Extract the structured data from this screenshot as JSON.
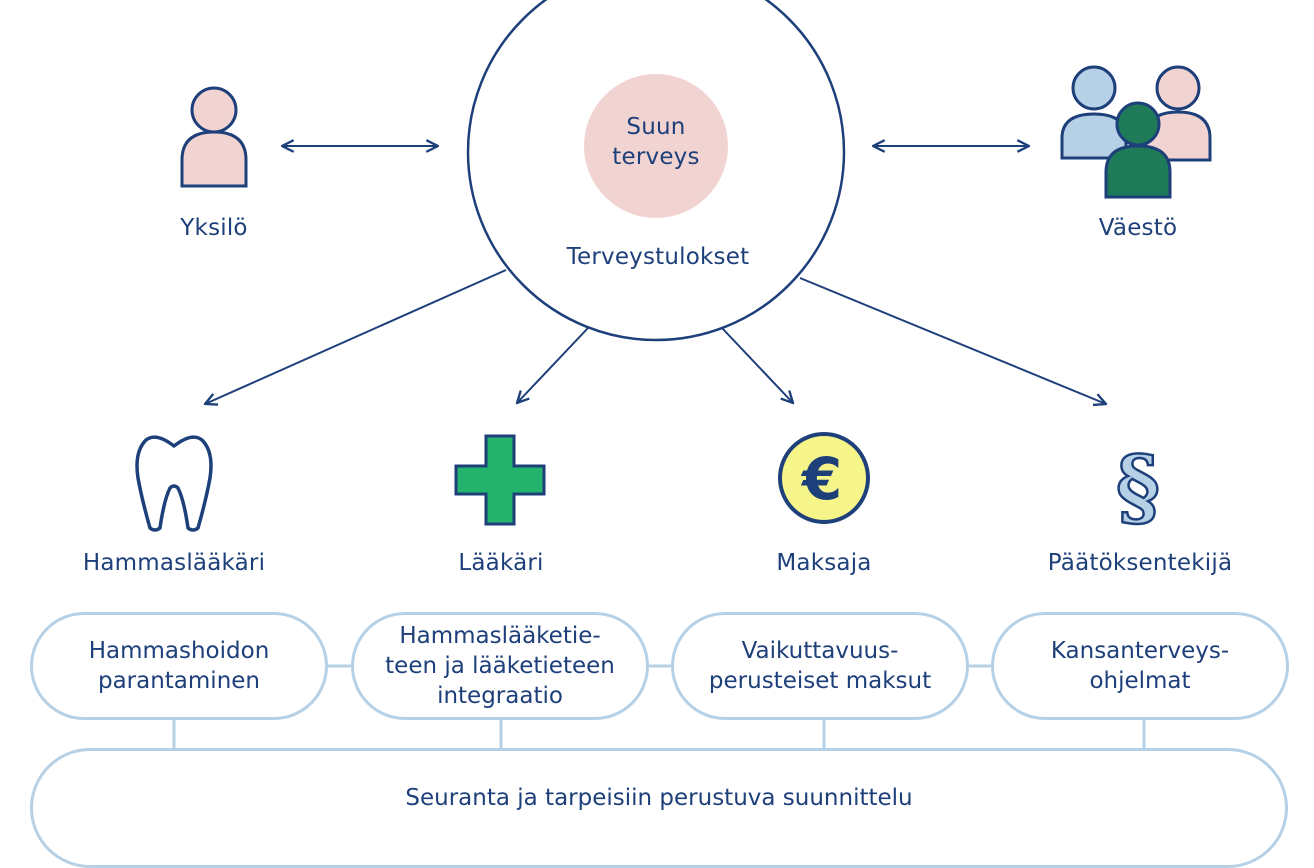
{
  "center": {
    "core_label": "Suun\nterveys",
    "ring_label": "Terveystulokset"
  },
  "actors": {
    "individual": "Yksilö",
    "population": "Väestö"
  },
  "roles": [
    {
      "label": "Hammaslääkäri",
      "icon": "tooth-icon"
    },
    {
      "label": "Lääkäri",
      "icon": "medical-cross-icon"
    },
    {
      "label": "Maksaja",
      "icon": "euro-icon"
    },
    {
      "label": "Päätöksentekijä",
      "icon": "paragraph-icon"
    }
  ],
  "actions": [
    "Hammashoidon\nparantaminen",
    "Hammaslääketie-\nteen ja lääketieteen\nintegraatio",
    "Vaikuttavuus-\nperusteiset maksut",
    "Kansanterveys-\nohjelmat"
  ],
  "foundation": "Seuranta ja tarpeisiin perustuva suunnittelu",
  "colors": {
    "navy": "#1d3f7a",
    "pink": "#f1d3d2",
    "light_blue": "#b6d0e6",
    "green": "#23b36c",
    "dark_green": "#1e7a57",
    "yellow": "#f6f58a"
  }
}
